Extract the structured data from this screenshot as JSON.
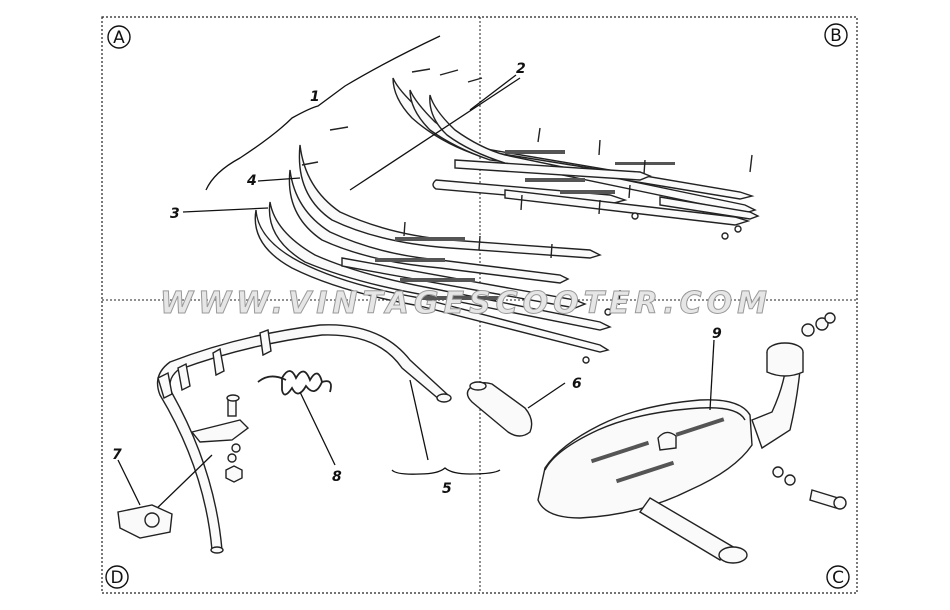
{
  "corners": {
    "a": "A",
    "b": "B",
    "c": "C",
    "d": "D"
  },
  "callouts": [
    "1",
    "2",
    "3",
    "4",
    "5",
    "6",
    "7",
    "8",
    "9"
  ],
  "watermark": "WWW.VINTAGESCOOTER.COM",
  "colors": {
    "ink": "#111111",
    "paper": "#ffffff",
    "watermark_fill": "#e6e6e6"
  }
}
